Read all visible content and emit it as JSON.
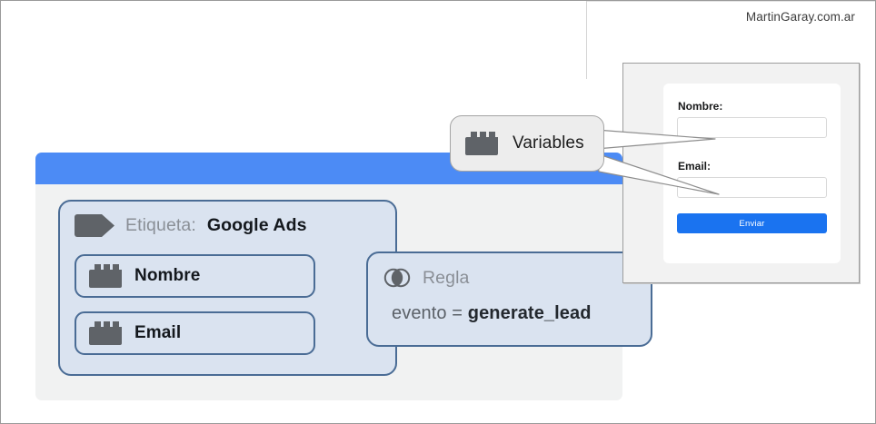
{
  "watermark": "MartinGaray.com.ar",
  "colors": {
    "header_blue": "#4c8bf5",
    "button_blue": "#1a73f0",
    "card_fill": "#dae3f0",
    "card_border": "#4a6c95",
    "panel_gray": "#f1f2f2",
    "icon_gray": "#5f6368",
    "callout_fill": "#ededed",
    "muted_text": "#8a8f96"
  },
  "tag_container": {
    "icon": "tag-icon",
    "label": "Etiqueta:",
    "value": "Google Ads",
    "variables": [
      {
        "icon": "brick-icon",
        "label": "Nombre"
      },
      {
        "icon": "brick-icon",
        "label": "Email"
      }
    ]
  },
  "rule_card": {
    "icon": "rule-venn-icon",
    "title": "Regla",
    "expression_key": "evento = ",
    "expression_value": "generate_lead"
  },
  "callout": {
    "icon": "brick-icon",
    "label": "Variables"
  },
  "form_window": {
    "fields": [
      {
        "label": "Nombre:",
        "value": "",
        "placeholder": ""
      },
      {
        "label": "Email:",
        "value": "",
        "placeholder": ""
      }
    ],
    "submit_label": "Enviar"
  }
}
